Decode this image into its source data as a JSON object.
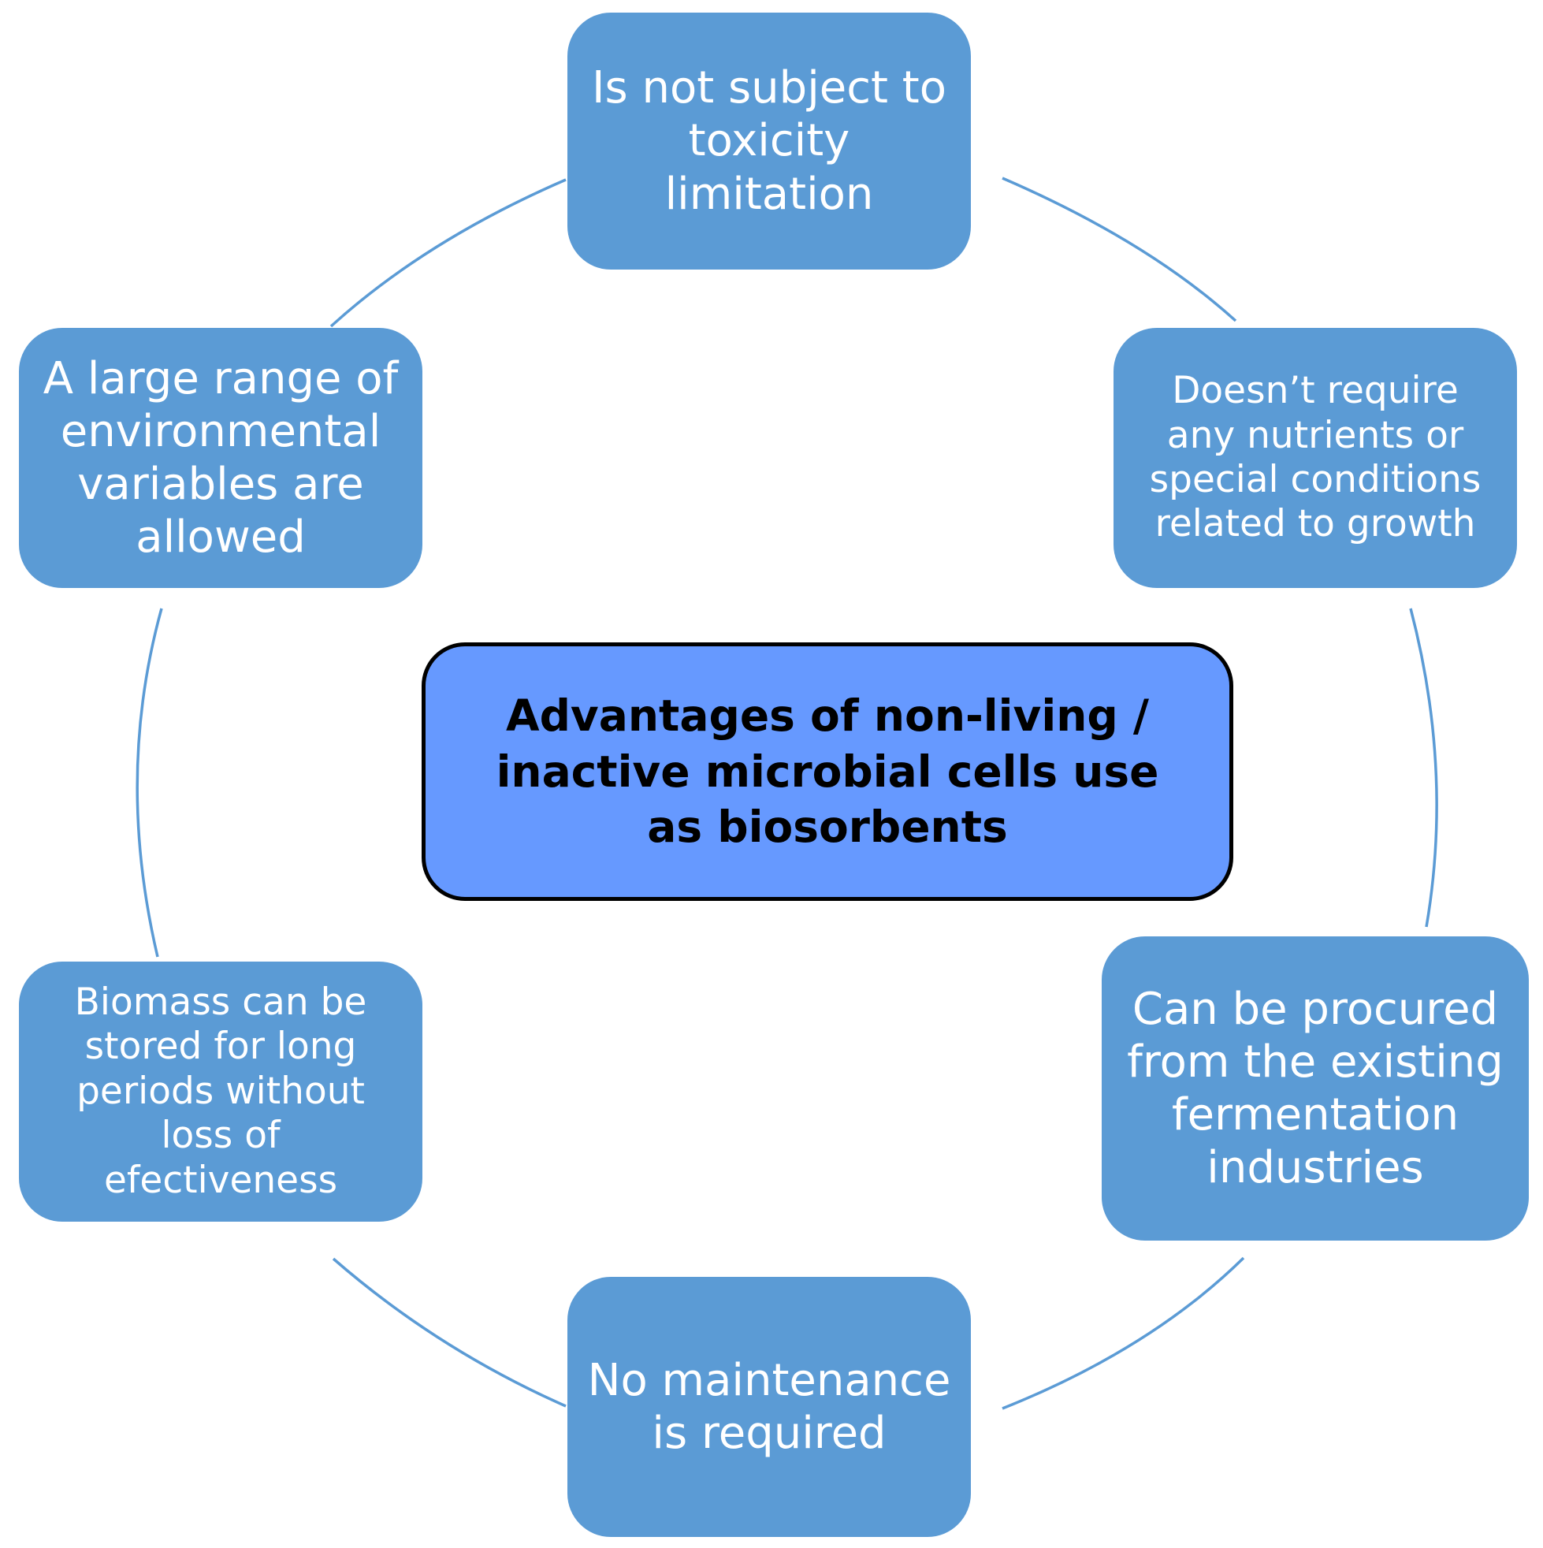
{
  "diagram": {
    "center": {
      "label": "Advantages of non-living /\ninactive microbial cells use\nas biosorbents"
    },
    "nodes": [
      {
        "id": "top",
        "label": "Is not subject to\ntoxicity\nlimitation"
      },
      {
        "id": "top-right",
        "label": "Doesn’t require\nany nutrients or\nspecial conditions\nrelated to growth"
      },
      {
        "id": "bottom-right",
        "label": "Can be procured\nfrom the existing\nfermentation\nindustries"
      },
      {
        "id": "bottom",
        "label": "No maintenance\nis required"
      },
      {
        "id": "bottom-left",
        "label": "Biomass can be\nstored for long\nperiods without\nloss of\nefectiveness"
      },
      {
        "id": "top-left",
        "label": "A large range of\nenvironmental\nvariables are\nallowed"
      }
    ],
    "colors": {
      "node_fill": "#5b9bd5",
      "node_text": "#ffffff",
      "center_fill": "#6699ff",
      "center_border": "#000000",
      "center_text": "#000000",
      "ring_stroke": "#5b9bd5"
    }
  }
}
